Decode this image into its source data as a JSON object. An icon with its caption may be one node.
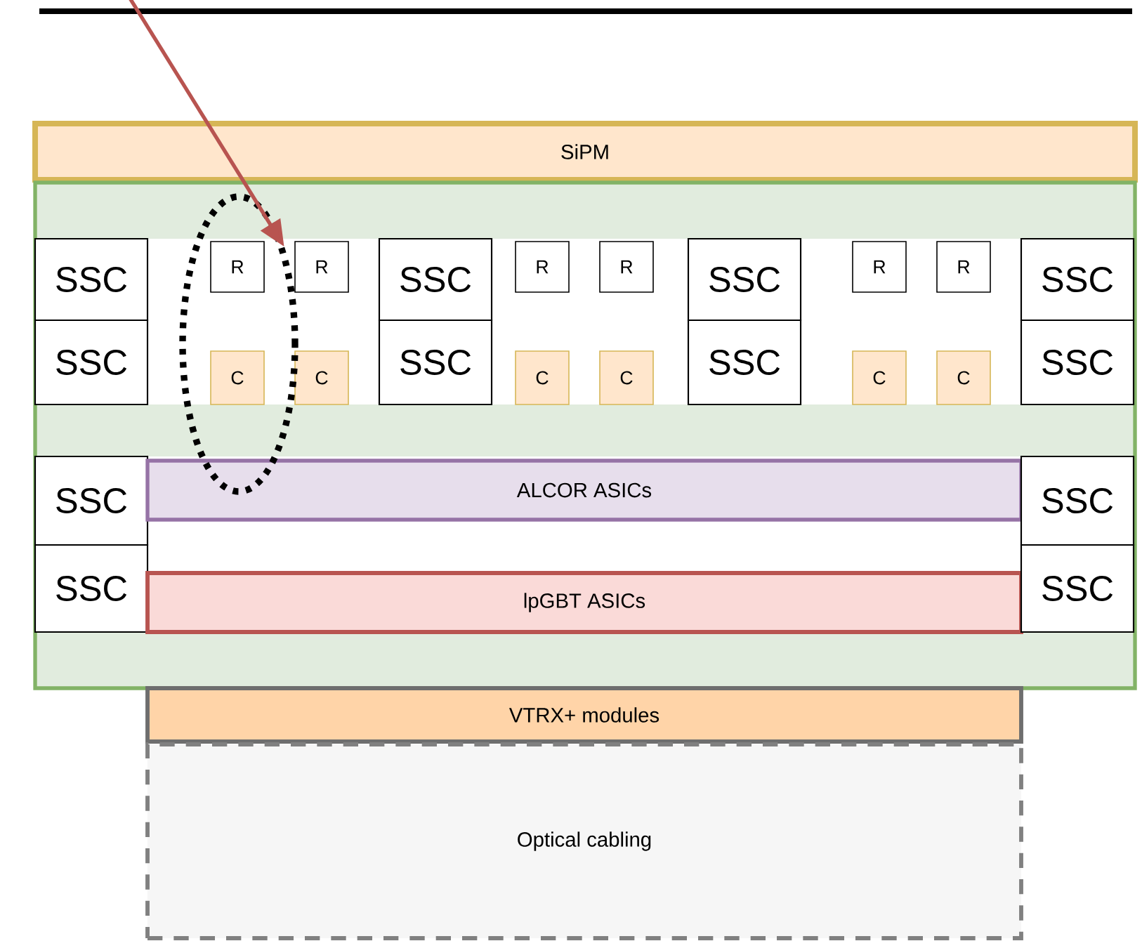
{
  "diagram": {
    "nodes": [
      {
        "text": [
          "SiPM"
        ]
      },
      {
        "text": [],
        "shape": "box"
      },
      {
        "text": [],
        "shape": "ellipse",
        "in": 1
      },
      {
        "text": [
          "SSC"
        ],
        "in": 1
      },
      {
        "text": [
          "R"
        ],
        "in": 2
      },
      {
        "text": [
          "R"
        ],
        "in": 1
      },
      {
        "text": [
          "SSC"
        ],
        "in": 1
      },
      {
        "text": [
          "R"
        ],
        "in": 1
      },
      {
        "text": [
          "R"
        ],
        "in": 1
      },
      {
        "text": [
          "SSC"
        ],
        "in": 1
      },
      {
        "text": [
          "R"
        ],
        "in": 1
      },
      {
        "text": [
          "R"
        ],
        "in": 1
      },
      {
        "text": [
          "SSC"
        ],
        "in": 1
      },
      {
        "text": [
          "SSC"
        ],
        "in": 1
      },
      {
        "text": [
          "C"
        ],
        "in": 2
      },
      {
        "text": [
          "C"
        ],
        "in": 1
      },
      {
        "text": [
          "SSC"
        ],
        "in": 1
      },
      {
        "text": [
          "C"
        ],
        "in": 1
      },
      {
        "text": [
          "C"
        ],
        "in": 1
      },
      {
        "text": [
          "SSC"
        ],
        "in": 1
      },
      {
        "text": [
          "C"
        ],
        "in": 1
      },
      {
        "text": [
          "C"
        ],
        "in": 1
      },
      {
        "text": [
          "SSC"
        ],
        "in": 1
      },
      {
        "text": [
          "SSC"
        ],
        "in": 1
      },
      {
        "text": [
          "ALCOR ASICs"
        ],
        "in": 1
      },
      {
        "text": [
          "SSC"
        ],
        "in": 1
      },
      {
        "text": [
          "SSC"
        ],
        "in": 1
      },
      {
        "text": [
          "lpGBT ASICs"
        ],
        "in": 1
      },
      {
        "text": [
          "SSC"
        ],
        "in": 1
      },
      {
        "text": [
          "VTRX+ modules"
        ]
      },
      {
        "text": [
          "Optical cabling"
        ]
      }
    ],
    "edges": [
      {
        "from": null,
        "to": 2,
        "arrow": "to",
        "color": "#b85450"
      }
    ]
  }
}
